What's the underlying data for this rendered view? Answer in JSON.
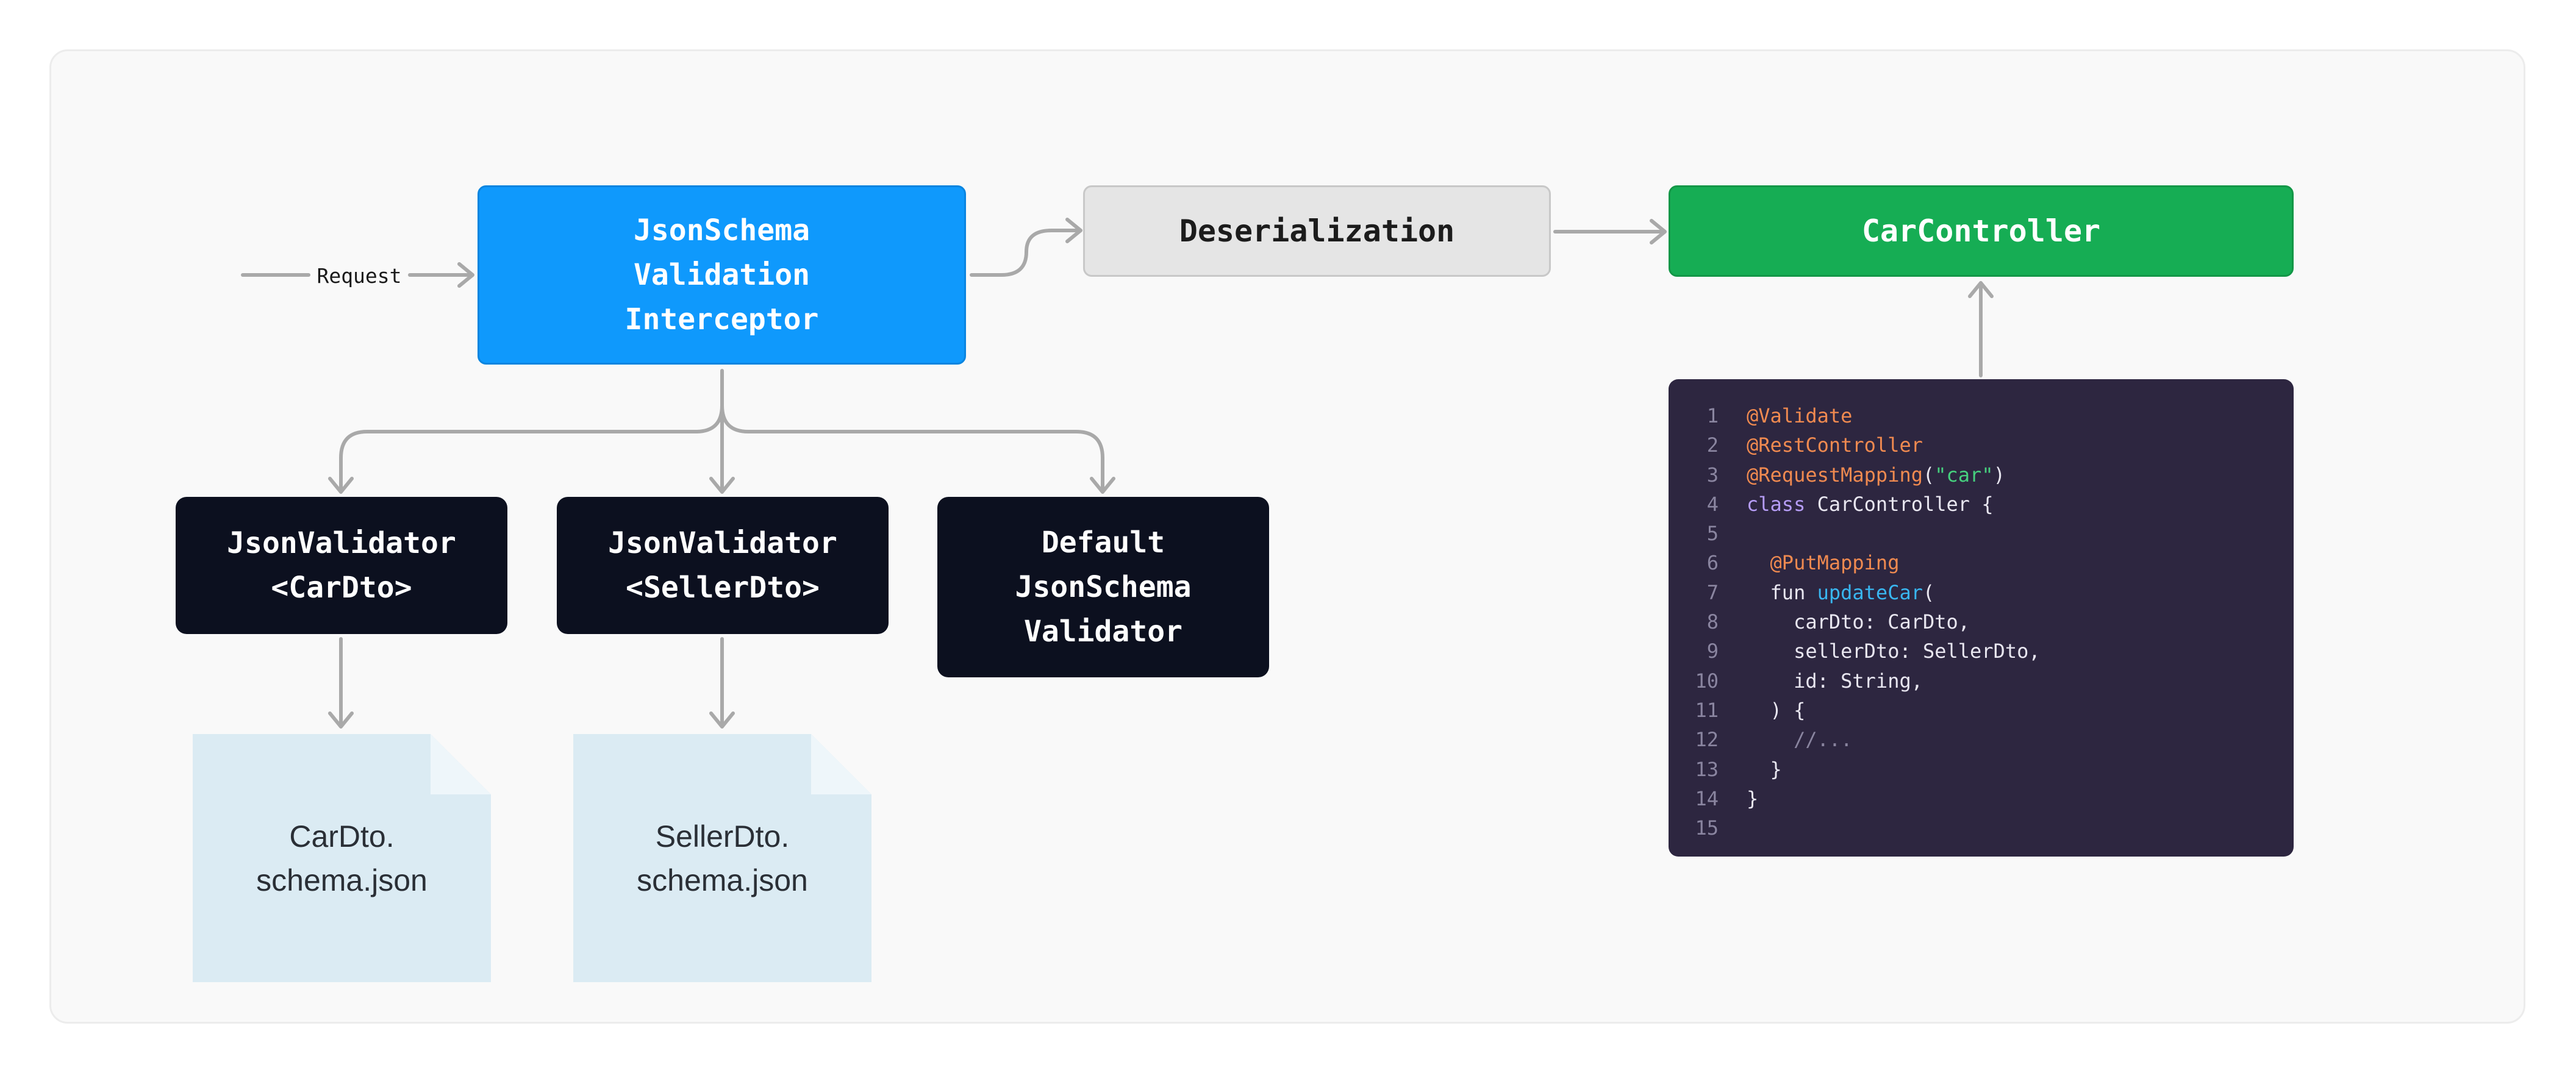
{
  "request_label": "Request",
  "nodes": {
    "interceptor": "JsonSchema\nValidation\nInterceptor",
    "deserialization": "Deserialization",
    "car_controller": "CarController",
    "validator_car": "JsonValidator\n<CarDto>",
    "validator_seller": "JsonValidator\n<SellerDto>",
    "default_validator": "Default\nJsonSchema\nValidator"
  },
  "files": {
    "car_schema": "CarDto.\nschema.json",
    "seller_schema": "SellerDto.\nschema.json"
  },
  "colors": {
    "interceptor": "#0f99fc",
    "deserialization": "#e5e5e5",
    "car_controller": "#16ad54",
    "validators": "#0c101f",
    "schema_files": "#dbebf3",
    "code_background": "#2d2640",
    "arrows": "#a9a9a9"
  },
  "code": {
    "lines": [
      {
        "n": "1",
        "parts": [
          {
            "t": "@Validate",
            "c": "ann"
          }
        ]
      },
      {
        "n": "2",
        "parts": [
          {
            "t": "@RestController",
            "c": "ann"
          }
        ]
      },
      {
        "n": "3",
        "parts": [
          {
            "t": "@RequestMapping",
            "c": "ann"
          },
          {
            "t": "(",
            "c": ""
          },
          {
            "t": "\"car\"",
            "c": "str"
          },
          {
            "t": ")",
            "c": ""
          }
        ]
      },
      {
        "n": "4",
        "parts": [
          {
            "t": "class",
            "c": "kw"
          },
          {
            "t": " CarController {",
            "c": ""
          }
        ]
      },
      {
        "n": "5",
        "parts": []
      },
      {
        "n": "6",
        "parts": [
          {
            "t": "  ",
            "c": ""
          },
          {
            "t": "@PutMapping",
            "c": "ann"
          }
        ]
      },
      {
        "n": "7",
        "parts": [
          {
            "t": "  fun ",
            "c": ""
          },
          {
            "t": "updateCar",
            "c": "fn"
          },
          {
            "t": "(",
            "c": ""
          }
        ]
      },
      {
        "n": "8",
        "parts": [
          {
            "t": "    carDto: CarDto,",
            "c": ""
          }
        ]
      },
      {
        "n": "9",
        "parts": [
          {
            "t": "    sellerDto: SellerDto,",
            "c": ""
          }
        ]
      },
      {
        "n": "10",
        "parts": [
          {
            "t": "    id: String,",
            "c": ""
          }
        ]
      },
      {
        "n": "11",
        "parts": [
          {
            "t": "  ) {",
            "c": ""
          }
        ]
      },
      {
        "n": "12",
        "parts": [
          {
            "t": "    ",
            "c": ""
          },
          {
            "t": "//...",
            "c": "cm"
          }
        ]
      },
      {
        "n": "13",
        "parts": [
          {
            "t": "  }",
            "c": ""
          }
        ]
      },
      {
        "n": "14",
        "parts": [
          {
            "t": "}",
            "c": ""
          }
        ]
      },
      {
        "n": "15",
        "parts": []
      }
    ]
  }
}
